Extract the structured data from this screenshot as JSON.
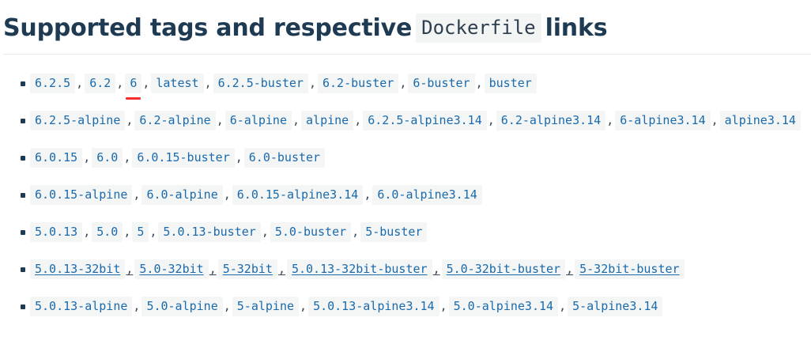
{
  "heading": {
    "prefix": "Supported tags and respective",
    "code": "Dockerfile",
    "suffix": "links"
  },
  "colors": {
    "heading_text": "#1f3a53",
    "tag_text": "#1a6aac",
    "tag_background": "#f4f5f5",
    "code_background": "#f3f4f4",
    "annotation_red": "#f72d2d",
    "rule": "#e8eaec",
    "bullet": "#1f3a53"
  },
  "rows": [
    {
      "style": "plain",
      "tags": [
        {
          "label": "6.2.5"
        },
        {
          "label": "6.2"
        },
        {
          "label": "6",
          "marked": true
        },
        {
          "label": "latest"
        },
        {
          "label": "6.2.5-buster"
        },
        {
          "label": "6.2-buster"
        },
        {
          "label": "6-buster"
        },
        {
          "label": "buster"
        }
      ]
    },
    {
      "style": "plain",
      "tags": [
        {
          "label": "6.2.5-alpine"
        },
        {
          "label": "6.2-alpine"
        },
        {
          "label": "6-alpine"
        },
        {
          "label": "alpine"
        },
        {
          "label": "6.2.5-alpine3.14"
        },
        {
          "label": "6.2-alpine3.14"
        },
        {
          "label": "6-alpine3.14"
        },
        {
          "label": "alpine3.14"
        }
      ]
    },
    {
      "style": "plain",
      "tags": [
        {
          "label": "6.0.15"
        },
        {
          "label": "6.0"
        },
        {
          "label": "6.0.15-buster"
        },
        {
          "label": "6.0-buster"
        }
      ]
    },
    {
      "style": "plain",
      "tags": [
        {
          "label": "6.0.15-alpine"
        },
        {
          "label": "6.0-alpine"
        },
        {
          "label": "6.0.15-alpine3.14"
        },
        {
          "label": "6.0-alpine3.14"
        }
      ]
    },
    {
      "style": "plain",
      "tags": [
        {
          "label": "5.0.13"
        },
        {
          "label": "5.0"
        },
        {
          "label": "5"
        },
        {
          "label": "5.0.13-buster"
        },
        {
          "label": "5.0-buster"
        },
        {
          "label": "5-buster"
        }
      ]
    },
    {
      "style": "links",
      "tags": [
        {
          "label": "5.0.13-32bit"
        },
        {
          "label": "5.0-32bit"
        },
        {
          "label": "5-32bit"
        },
        {
          "label": "5.0.13-32bit-buster"
        },
        {
          "label": "5.0-32bit-buster"
        },
        {
          "label": "5-32bit-buster"
        }
      ]
    },
    {
      "style": "plain",
      "tags": [
        {
          "label": "5.0.13-alpine"
        },
        {
          "label": "5.0-alpine"
        },
        {
          "label": "5-alpine"
        },
        {
          "label": "5.0.13-alpine3.14"
        },
        {
          "label": "5.0-alpine3.14"
        },
        {
          "label": "5-alpine3.14"
        }
      ]
    }
  ],
  "separator": ","
}
